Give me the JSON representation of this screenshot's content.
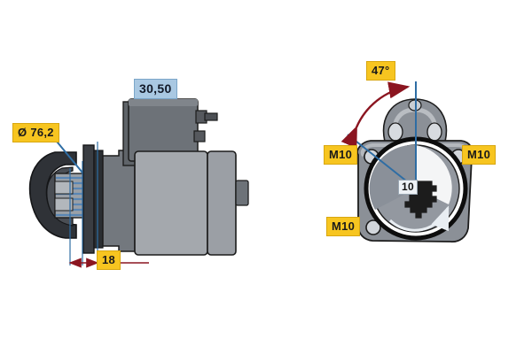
{
  "drawing": {
    "title": "Starter motor dimensional drawing",
    "background_color": "#ffffff",
    "views": [
      {
        "name": "side-view",
        "description": "Starter motor side elevation with drive end, solenoid and housing"
      },
      {
        "name": "drive-end-face-view",
        "description": "Drive end flange face view with mounting holes, solenoid and pinion"
      }
    ]
  },
  "annotations": {
    "diameter": {
      "label": "Ø 76,2",
      "color": "#f7c520",
      "style": "yellow",
      "view": "side-view",
      "meaning": "pilot-diameter"
    },
    "overall_length": {
      "label": "30,50",
      "color": "#a9c8e2",
      "style": "blue",
      "view": "side-view",
      "meaning": "solenoid-dimension"
    },
    "pinion_protrusion": {
      "label": "18",
      "color": "#f7c520",
      "style": "yellow",
      "view": "side-view",
      "meaning": "pinion-offset-dimension"
    },
    "mount_angle": {
      "label": "47°",
      "color": "#f7c520",
      "style": "yellow",
      "view": "drive-end-face-view",
      "meaning": "angle-between-mounting-references"
    },
    "thread_left": {
      "label": "M10",
      "color": "#f7c520",
      "style": "yellow",
      "view": "drive-end-face-view",
      "meaning": "mounting-hole-thread"
    },
    "thread_right": {
      "label": "M10",
      "color": "#f7c520",
      "style": "yellow",
      "view": "drive-end-face-view",
      "meaning": "mounting-hole-thread"
    },
    "thread_bottom": {
      "label": "M10",
      "color": "#f7c520",
      "style": "yellow",
      "view": "drive-end-face-view",
      "meaning": "mounting-hole-thread"
    },
    "pinion_teeth": {
      "label": "10",
      "color": "#eef2f6",
      "style": "white",
      "view": "drive-end-face-view",
      "meaning": "number-of-pinion-teeth"
    }
  },
  "colors": {
    "dimension_blue": "#2e6da4",
    "dimension_red": "#8b1520",
    "body_mid_grey": "#8d9299",
    "body_dark_grey": "#5d6166",
    "body_light_grey": "#b9bcc0",
    "outline": "#1c1c1c",
    "badge_yellow": "#f7c520",
    "badge_blue": "#a9c8e2"
  }
}
